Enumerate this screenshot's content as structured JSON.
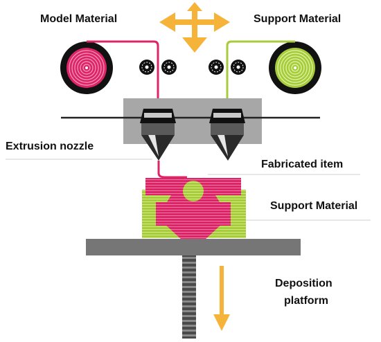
{
  "labels": {
    "model_material": "Model Material",
    "support_material_top": "Support Material",
    "extrusion_nozzle": "Extrusion nozzle",
    "fabricated_item": "Fabricated item",
    "support_material_side": "Support Material",
    "deposition_line1": "Deposition",
    "deposition_line2": "platform"
  },
  "colors": {
    "model": "#dc2467",
    "support": "#a6cc3c",
    "arrow": "#f6b339",
    "gray_block": "#a7a7a7",
    "platform": "#767676",
    "screw": "#4a4a4a",
    "spool_hub": "#111111"
  },
  "icons": {
    "move_arrows": "four-way-arrow-icon",
    "down_arrow": "down-arrow-icon"
  }
}
